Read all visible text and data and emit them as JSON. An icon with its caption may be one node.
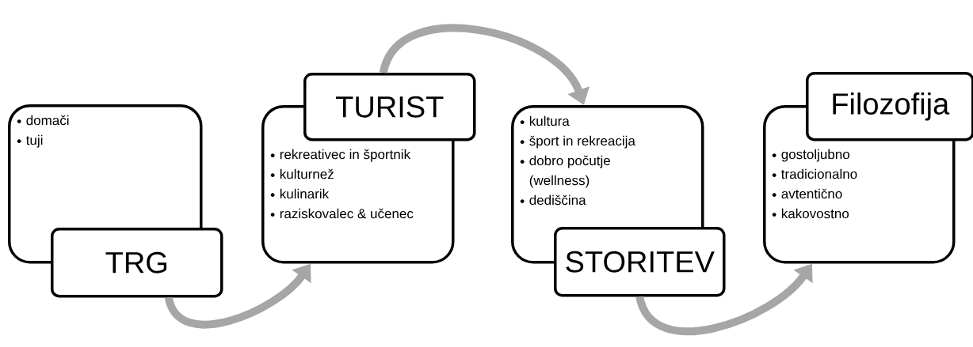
{
  "diagram": {
    "nodes": [
      {
        "text": [
          "domači",
          "tuji"
        ]
      },
      {
        "text": [
          "TRG"
        ]
      },
      {
        "text": [
          "TURIST"
        ]
      },
      {
        "text": [
          "rekreativec in športnik",
          "kulturnež",
          "kulinarik",
          "raziskovalec & učenec"
        ]
      },
      {
        "text": [
          "kultura",
          "šport in rekreacija",
          "dobro počutje (wellness)",
          "dediščina"
        ]
      },
      {
        "text": [
          "STORITEV"
        ]
      },
      {
        "text": [
          "Filozofija"
        ]
      },
      {
        "text": [
          "gostoljubno",
          "tradicionalno",
          "avtentično",
          "kakovostno"
        ]
      }
    ],
    "edges": [
      {
        "from": 1,
        "to": 3,
        "arrow": "to"
      },
      {
        "from": 2,
        "to": 4,
        "arrow": "to"
      },
      {
        "from": 5,
        "to": 7,
        "arrow": "to"
      }
    ]
  }
}
